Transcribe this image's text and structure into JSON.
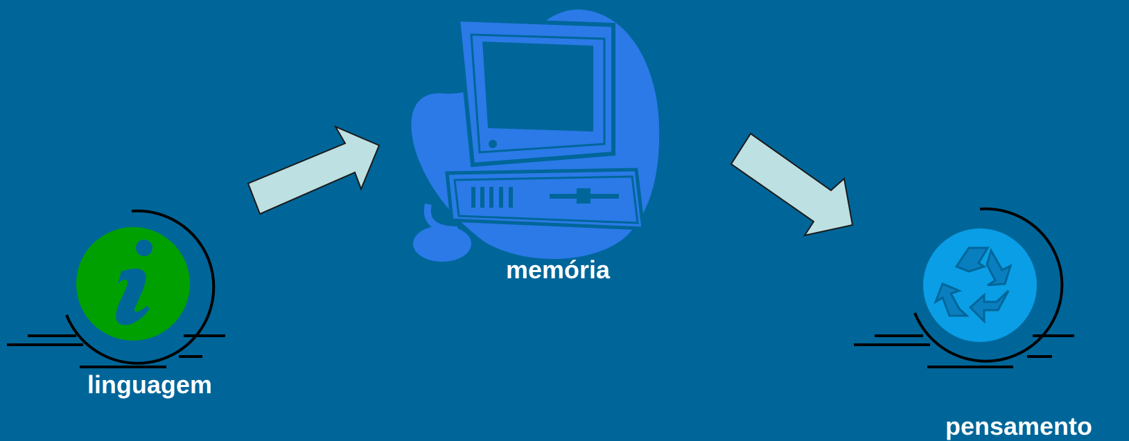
{
  "colors": {
    "background": "#006699",
    "arrow_fill": "#bde0e2",
    "info_icon": "#00a000",
    "computer_icon": "#2b7ae8",
    "recycle_icon": "#0a9ee6",
    "label": "#ffffff"
  },
  "nodes": {
    "linguagem": {
      "label": "linguagem",
      "icon": "info-icon"
    },
    "memoria": {
      "label": "memória",
      "icon": "computer-icon"
    },
    "pensamento": {
      "label": "pensamento",
      "icon": "recycle-icon"
    }
  },
  "edges": [
    {
      "from": "linguagem",
      "to": "memoria",
      "icon": "arrow-icon"
    },
    {
      "from": "memoria",
      "to": "pensamento",
      "icon": "arrow-icon"
    }
  ]
}
